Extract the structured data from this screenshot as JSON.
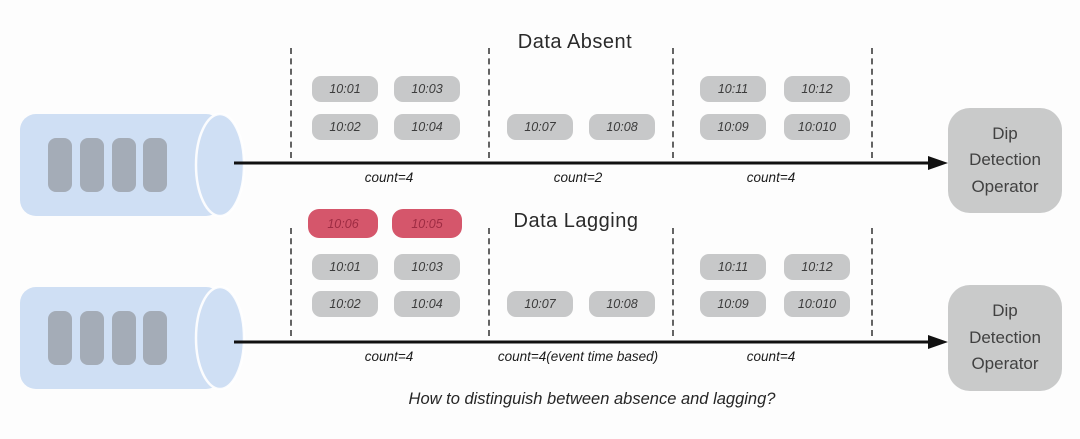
{
  "palette": {
    "pill_bg": "#c7c8c9",
    "pill_text": "#3c3c3c",
    "lag_pill_bg": "#d5566b",
    "lag_pill_text": "#9e2c43",
    "operator_bg": "#c9caca",
    "cylinder_fill": "#cfdff4",
    "cylinder_bar": "#9aa0a8",
    "arrow": "#111111"
  },
  "sections": {
    "absent": {
      "title": "Data Absent",
      "groups": [
        {
          "pills": [
            "10:01",
            "10:03",
            "10:02",
            "10:04"
          ],
          "count": "count=4"
        },
        {
          "pills": [
            "10:07",
            "10:08"
          ],
          "count": "count=2"
        },
        {
          "pills": [
            "10:11",
            "10:12",
            "10:09",
            "10:010"
          ],
          "count": "count=4"
        }
      ],
      "operator_lines": [
        "Dip",
        "Detection",
        "Operator"
      ]
    },
    "lagging": {
      "title": "Data Lagging",
      "lagged_pills": [
        "10:06",
        "10:05"
      ],
      "groups": [
        {
          "pills": [
            "10:01",
            "10:03",
            "10:02",
            "10:04"
          ],
          "count": "count=4"
        },
        {
          "pills": [
            "10:07",
            "10:08"
          ],
          "count": "count=4(event time based)"
        },
        {
          "pills": [
            "10:11",
            "10:12",
            "10:09",
            "10:010"
          ],
          "count": "count=4"
        }
      ],
      "operator_lines": [
        "Dip",
        "Detection",
        "Operator"
      ]
    }
  },
  "question": "How to distinguish between absence and lagging?"
}
